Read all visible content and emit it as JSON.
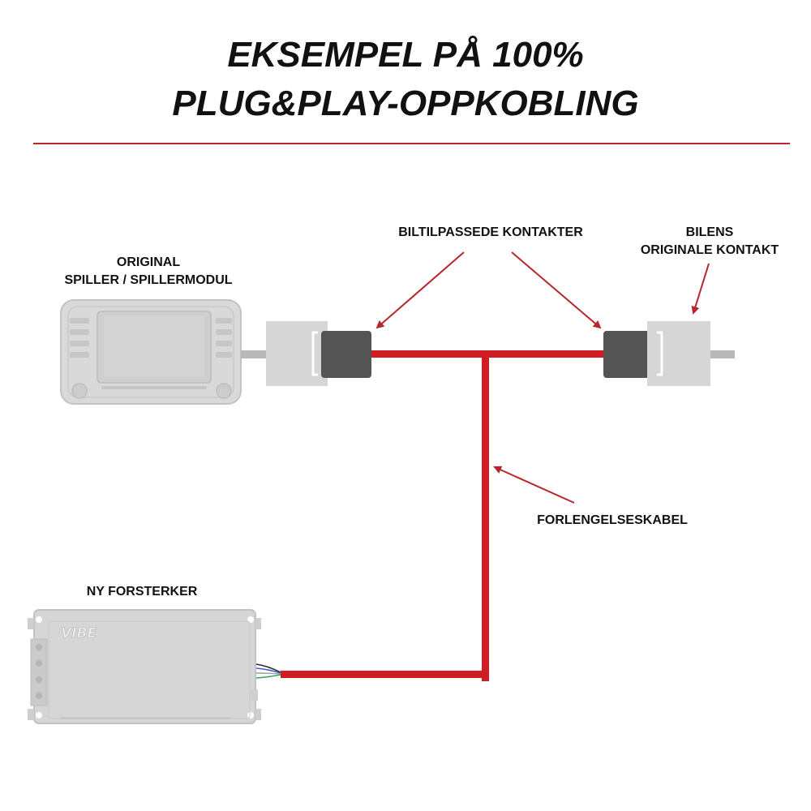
{
  "title": {
    "line1": "EKSEMPEL PÅ 100%",
    "line2": "PLUG&PLAY-OPPKOBLING"
  },
  "labels": {
    "player": [
      "ORIGINAL",
      "SPILLER / SPILLERMODUL"
    ],
    "connectors": "BILTILPASSEDE KONTAKTER",
    "original_connector": [
      "BILENS",
      "ORIGINALE KONTAKT"
    ],
    "extension_cable": "FORLENGELSESKABEL",
    "amplifier": "NY FORSTERKER"
  },
  "amplifier_logo": "VIBE",
  "colors": {
    "accent": "#b5272d",
    "cable": "#d01d24",
    "device_fill": "#d6d6d6",
    "device_stroke": "#bcbcbc",
    "connector_dark": "#545454",
    "text": "#111111"
  }
}
